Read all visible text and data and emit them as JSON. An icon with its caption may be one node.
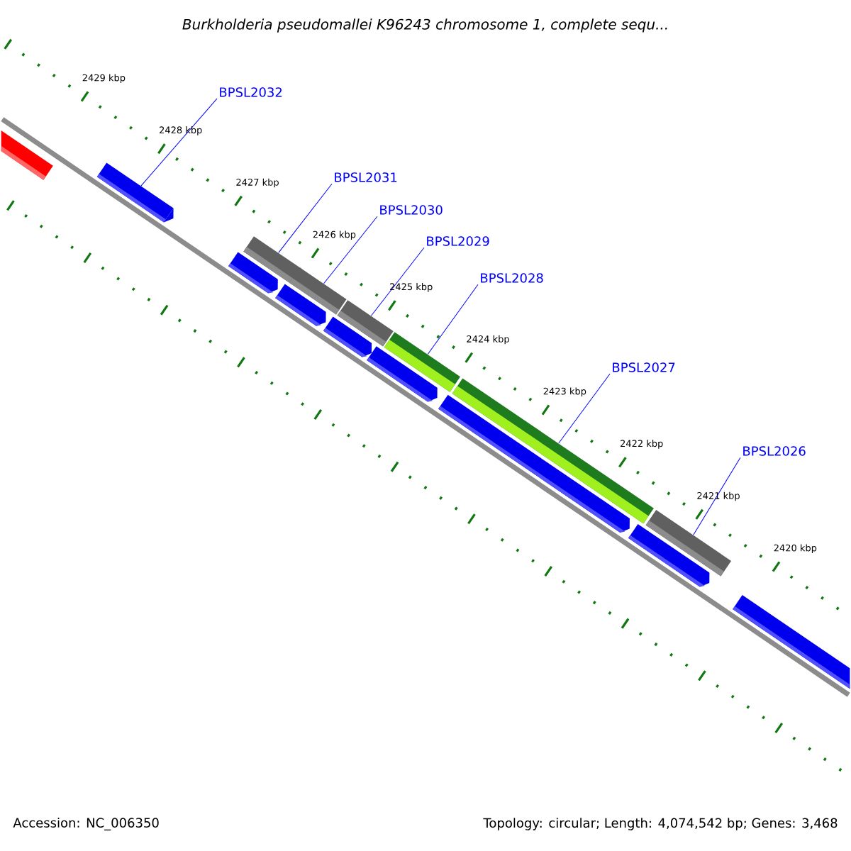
{
  "diagram": {
    "title": "Burkholderia pseudomallei K96243 chromosome 1, complete sequ...",
    "nodes": [
      {
        "text": [
          "BPSL2032"
        ]
      },
      {
        "text": [
          "BPSL2031"
        ]
      },
      {
        "text": [
          "BPSL2030"
        ]
      },
      {
        "text": [
          "BPSL2029"
        ]
      },
      {
        "text": [
          "BPSL2028"
        ]
      },
      {
        "text": [
          "BPSL2027"
        ]
      },
      {
        "text": [
          "BPSL2026"
        ]
      },
      {
        "text": [],
        "shape": "bar"
      },
      {
        "text": [],
        "shape": "bar"
      },
      {
        "text": [],
        "shape": "bar"
      },
      {
        "text": [],
        "shape": "bar"
      },
      {
        "text": [],
        "shape": "bar"
      },
      {
        "text": [],
        "shape": "bar"
      },
      {
        "text": [],
        "shape": "bar"
      }
    ],
    "edges": [
      {
        "from": 0,
        "to": 7,
        "arrow": "none"
      },
      {
        "from": 1,
        "to": 8,
        "arrow": "none"
      },
      {
        "from": 2,
        "to": 9,
        "arrow": "none"
      },
      {
        "from": 3,
        "to": 10,
        "arrow": "none"
      },
      {
        "from": 4,
        "to": 11,
        "arrow": "none"
      },
      {
        "from": 5,
        "to": 12,
        "arrow": "none"
      },
      {
        "from": 6,
        "to": 13,
        "arrow": "none"
      }
    ],
    "labels": [
      "2429 kbp",
      "2428 kbp",
      "2427 kbp",
      "2426 kbp",
      "2425 kbp",
      "2424 kbp",
      "2423 kbp",
      "2422 kbp",
      "2421 kbp",
      "2420 kbp",
      "Accession: NC_006350",
      "Topology: circular; Length: 4,074,542 bp; Genes: 3,468"
    ]
  }
}
